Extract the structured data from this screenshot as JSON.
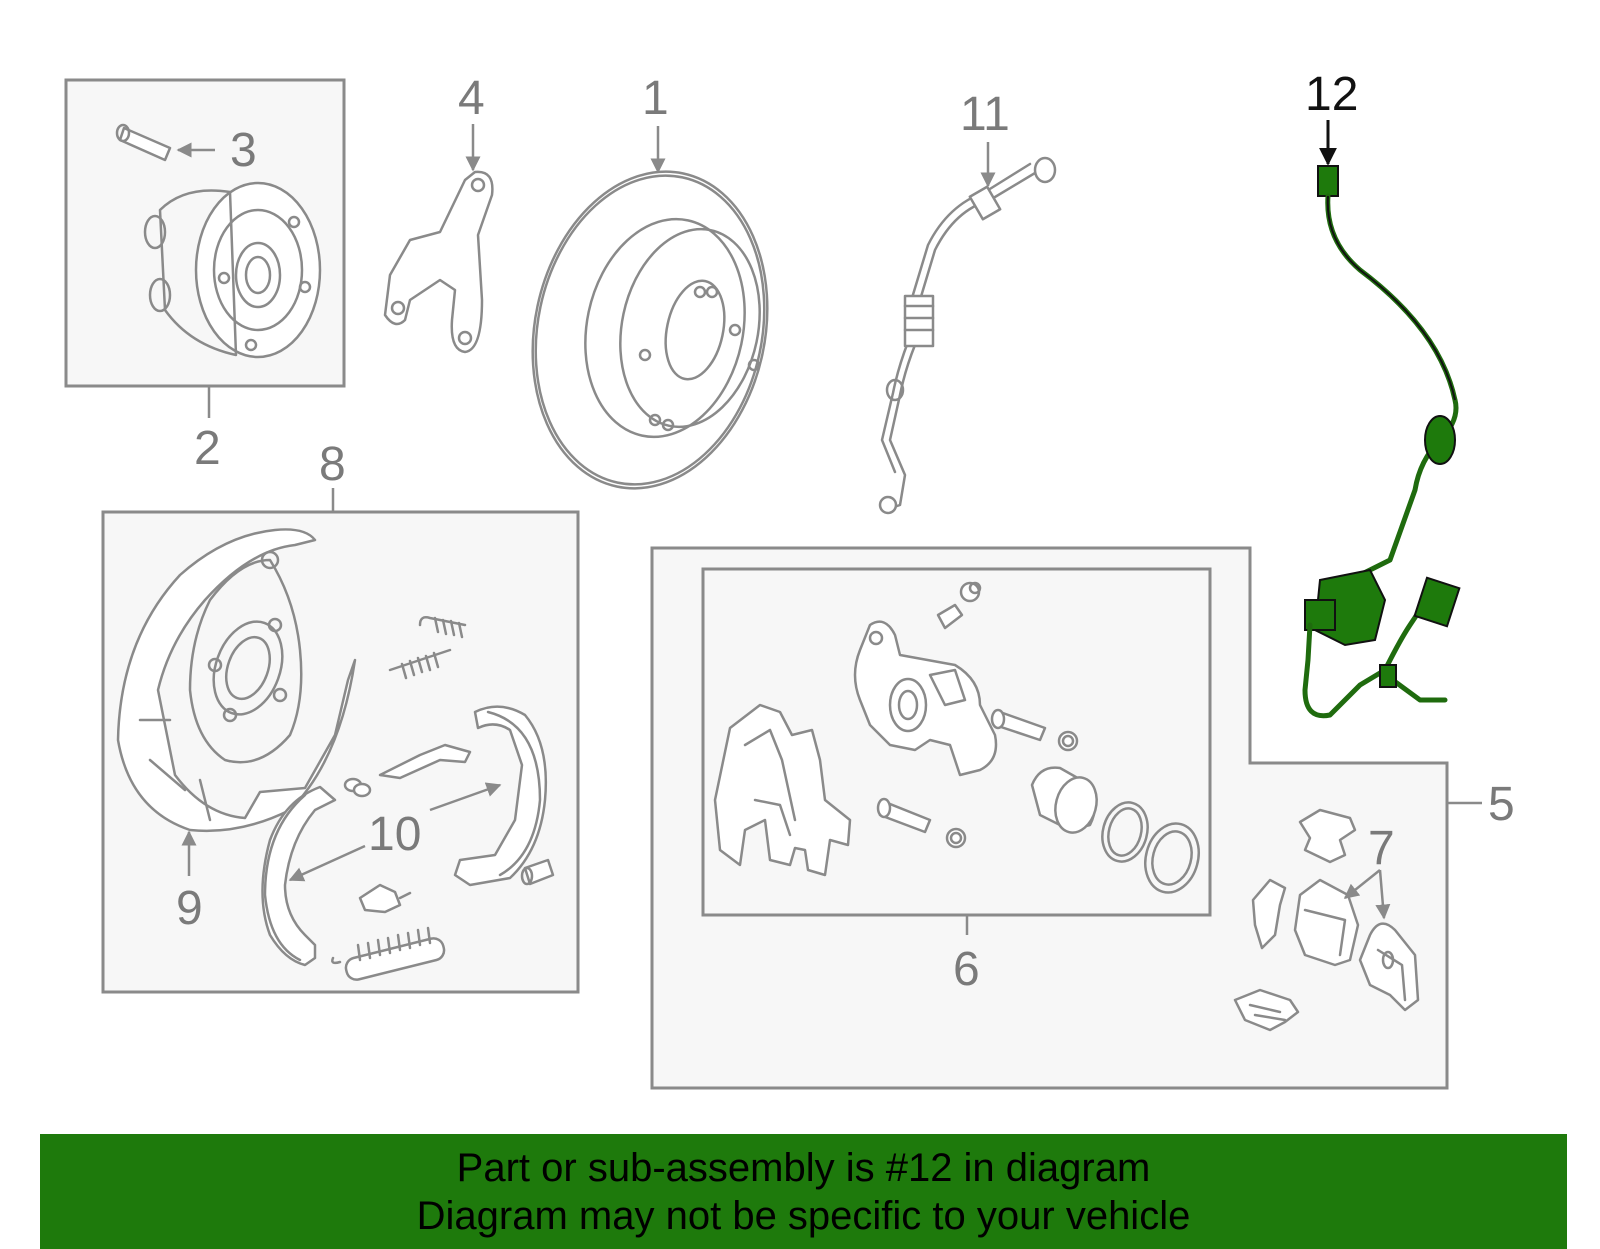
{
  "callouts": {
    "c1": "1",
    "c2": "2",
    "c3": "3",
    "c4": "4",
    "c5": "5",
    "c6": "6",
    "c7": "7",
    "c8": "8",
    "c9": "9",
    "c10": "10",
    "c11": "11",
    "c12": "12"
  },
  "highlight_color": "#1e7a0c",
  "banner": {
    "line1": "Part or sub-assembly is #12 in diagram",
    "line2": "Diagram may not be specific to your vehicle"
  }
}
